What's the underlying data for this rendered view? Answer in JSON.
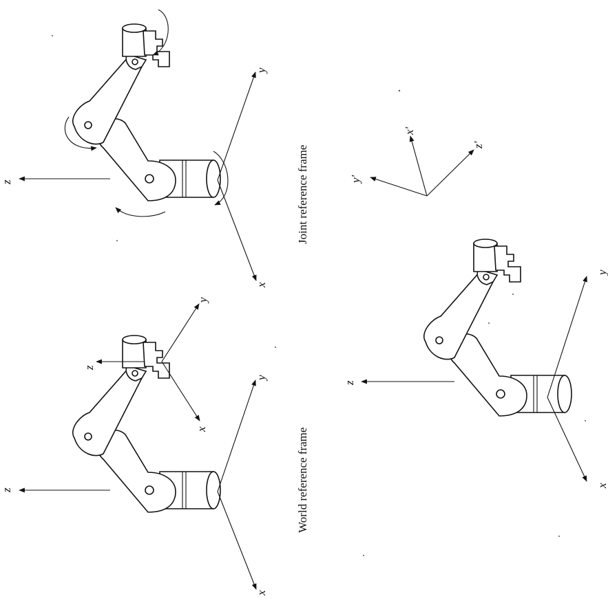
{
  "figure": {
    "captions": {
      "world": "World reference frame",
      "joint": "Joint reference frame"
    },
    "world_panel": {
      "base_axes": {
        "x": "x",
        "y": "y",
        "z": "z"
      },
      "tool_axes": {
        "x": "x",
        "y": "y",
        "z": "z"
      }
    },
    "joint_panel": {
      "base_axes": {
        "x": "x",
        "y": "y",
        "z": "z"
      }
    },
    "tool_panel": {
      "base_axes": {
        "x": "x",
        "y": "y",
        "z": "z"
      },
      "tool_axes": {
        "x": "x'",
        "y": "y'",
        "z": "z'"
      }
    }
  }
}
